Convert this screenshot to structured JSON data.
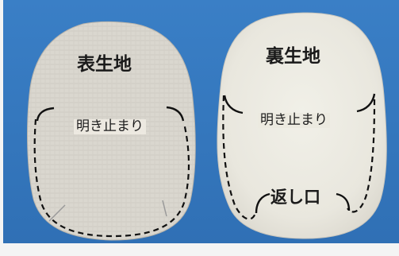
{
  "left_piece": {
    "title": "表生地",
    "opening_label": "明き止まり"
  },
  "right_piece": {
    "title": "裏生地",
    "opening_label": "明き止まり",
    "return_label": "返し口"
  },
  "colors": {
    "background": "#3c7bc1",
    "outer_fabric": "#dcd9d1",
    "lining_fabric": "#ecebe2",
    "stitch_line": "#111111",
    "pin_head": "#ff2f8a"
  }
}
